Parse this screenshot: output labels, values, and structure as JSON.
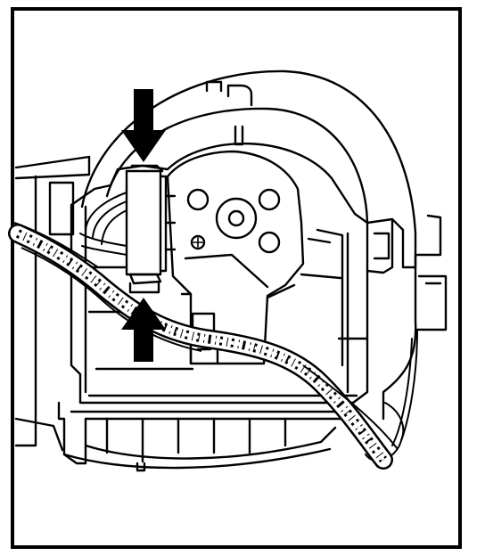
{
  "figure": {
    "subject": "blower-motor-housing-connector-release",
    "stroke_color": "#000000",
    "background_color": "#ffffff",
    "callouts": [
      {
        "name": "press-arrow-top",
        "direction": "down"
      },
      {
        "name": "press-arrow-bottom",
        "direction": "up"
      }
    ]
  }
}
